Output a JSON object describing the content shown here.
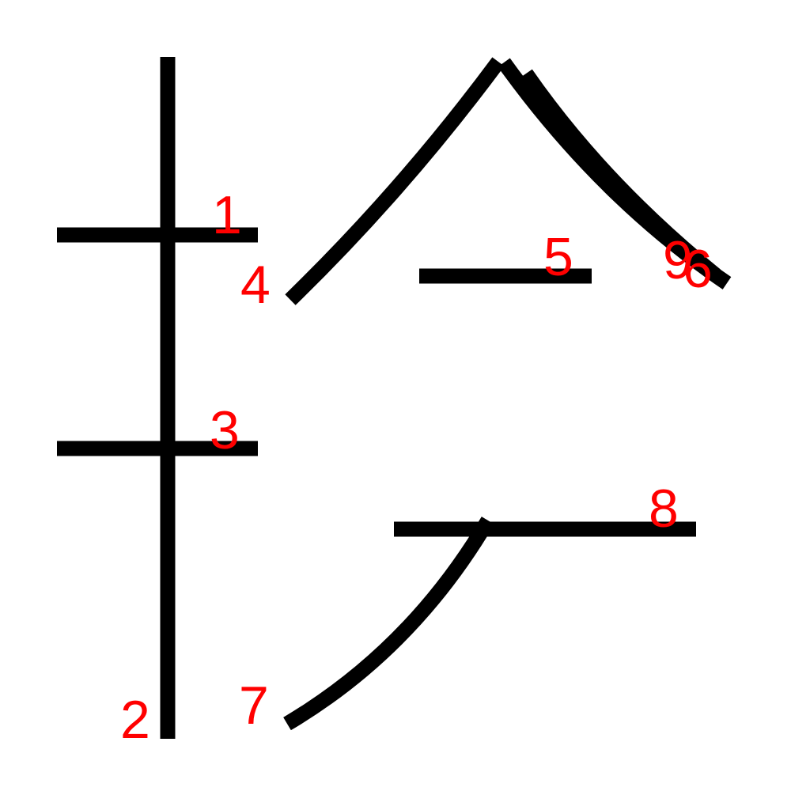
{
  "colors": {
    "background": "#ffffff",
    "stroke": "#000000",
    "stroke_number": "#ff0000"
  },
  "strokes": [
    {
      "id": 1,
      "label": "1"
    },
    {
      "id": 2,
      "label": "2"
    },
    {
      "id": 3,
      "label": "3"
    },
    {
      "id": 4,
      "label": "4"
    },
    {
      "id": 5,
      "label": "5"
    },
    {
      "id": 6,
      "label": "6"
    },
    {
      "id": 7,
      "label": "7"
    },
    {
      "id": 8,
      "label": "8"
    },
    {
      "id": 9,
      "label": "9"
    }
  ]
}
